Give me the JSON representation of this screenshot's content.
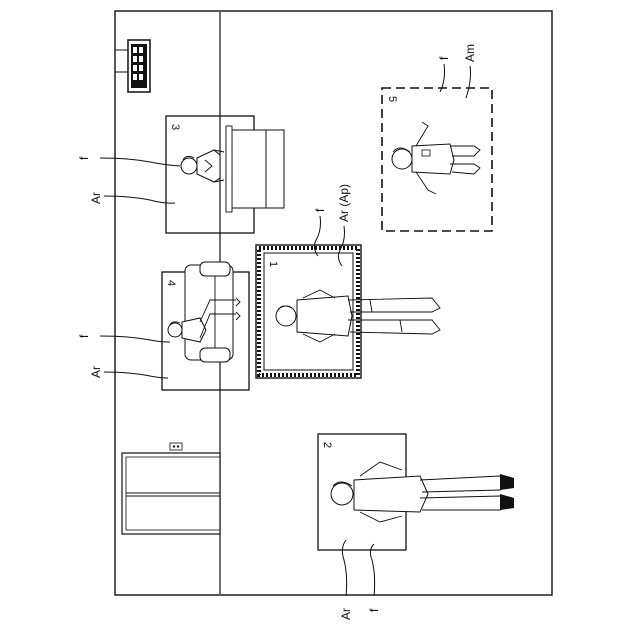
{
  "figure": {
    "regions": [
      {
        "number": "1",
        "label_region": "Ar (Ap)",
        "label_face": "f"
      },
      {
        "number": "2",
        "label_region": "Ar",
        "label_face": "f"
      },
      {
        "number": "3",
        "label_region": "Ar",
        "label_face": "f"
      },
      {
        "number": "4",
        "label_region": "Ar",
        "label_face": "f"
      },
      {
        "number": "5",
        "label_region": "Am",
        "label_face": "f"
      }
    ],
    "colors": {
      "line": "#111111",
      "background": "#ffffff"
    }
  }
}
